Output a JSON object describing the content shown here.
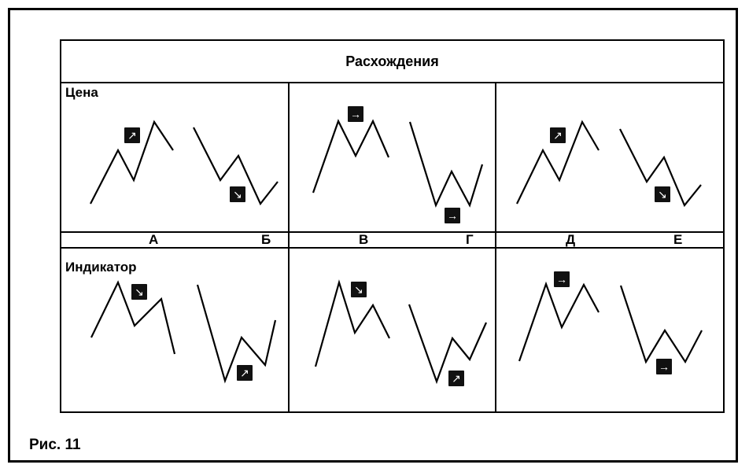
{
  "title": "Расхождения",
  "row_labels": {
    "price": "Цена",
    "indicator": "Индикатор"
  },
  "letters": [
    "А",
    "Б",
    "В",
    "Г",
    "Д",
    "Е"
  ],
  "caption": "Рис. 11",
  "icons": {
    "up": "arrow-up-right",
    "down": "arrow-down-right",
    "flat": "arrow-right"
  }
}
